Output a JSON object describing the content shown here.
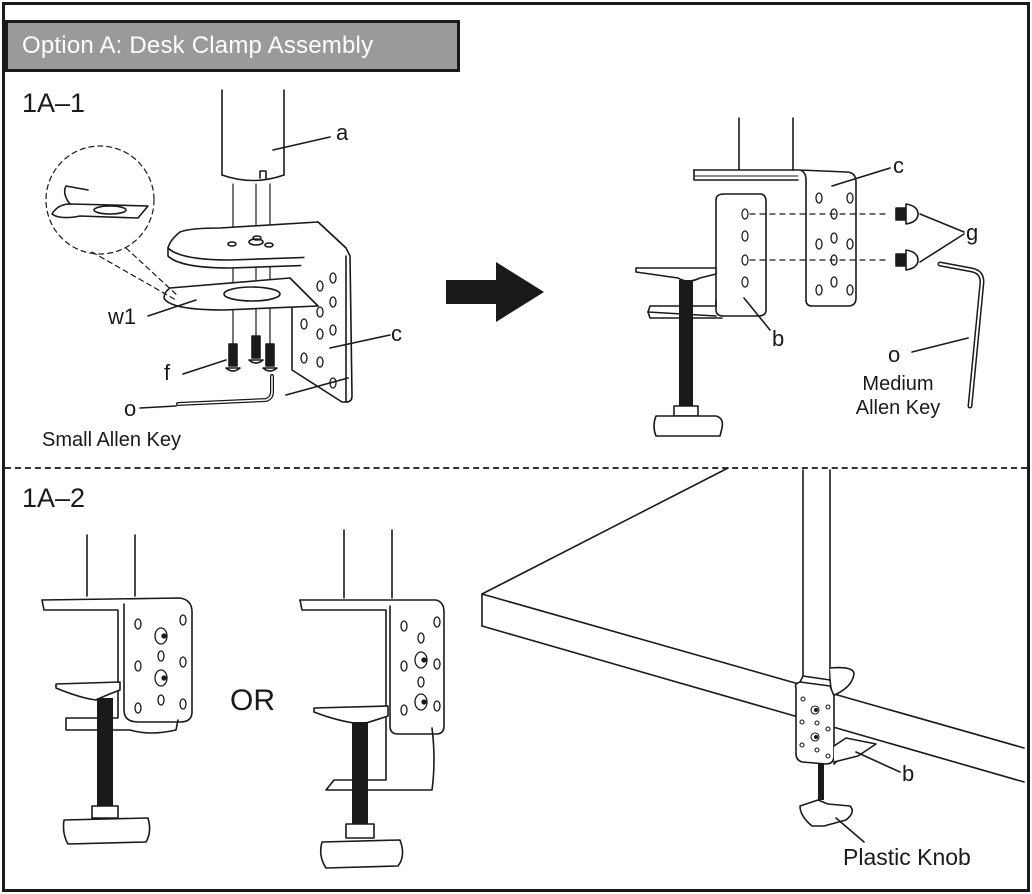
{
  "title": "Option A: Desk Clamp Assembly",
  "colors": {
    "banner_bg": "#9a9a9a",
    "banner_text": "#ffffff",
    "ink": "#1a1a1a"
  },
  "steps": [
    {
      "id": "1A-1",
      "label": "1A–1",
      "callouts": {
        "pole": "a",
        "washer": "w1",
        "screws": "f",
        "bracket": "c",
        "small_key": "o",
        "small_key_caption": "Small Allen Key",
        "bracket_right": "c",
        "screws_right": "g",
        "lower_bracket": "b",
        "medium_key": "o",
        "medium_key_caption_line1": "Medium",
        "medium_key_caption_line2": "Allen Key"
      }
    },
    {
      "id": "1A-2",
      "label": "1A–2",
      "or_text": "OR",
      "callouts": {
        "lower_bracket": "b",
        "knob": "Plastic Knob"
      }
    }
  ],
  "icons": {
    "direction_arrow": "right-arrow"
  }
}
